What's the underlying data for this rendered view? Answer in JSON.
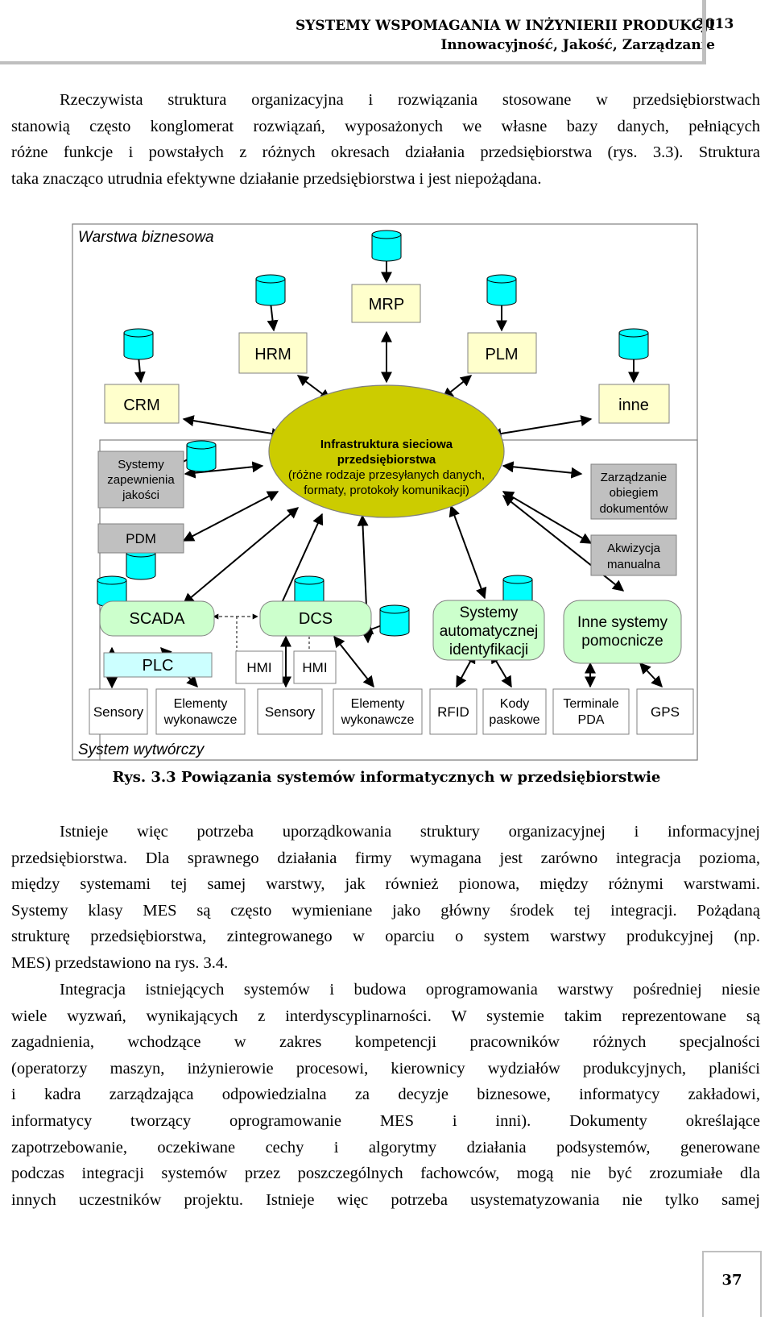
{
  "header": {
    "title": "SYSTEMY WSPOMAGANIA W INŻYNIERII PRODUKCJI",
    "subtitle": "Innowacyjność, Jakość, Zarządzanie",
    "year": "2013"
  },
  "paragraph1": [
    "Rzeczywista struktura organizacyjna i rozwiązania stosowane w przedsiębiorstwach",
    "stanowią często konglomerat rozwiązań, wyposażonych we własne bazy danych, pełniących",
    "różne funkcje i powstałych z różnych okresach działania przedsiębiorstwa (rys. 3.3). Struktura",
    "taka znacząco utrudnia efektywne działanie przedsiębiorstwa i jest niepożądana."
  ],
  "diagram": {
    "business_layer": "Warstwa biznesowa",
    "production_system": "System wytwórczy",
    "mrp": "MRP",
    "hrm": "HRM",
    "plm": "PLM",
    "crm": "CRM",
    "inne": "inne",
    "center": [
      "Infrastruktura sieciowa",
      "przedsiębiorstwa",
      "(różne rodzaje przesyłanych danych,",
      "formaty, protokoły komunikacji)"
    ],
    "quality": [
      "Systemy",
      "zapewnienia",
      "jakości"
    ],
    "pdm": "PDM",
    "documents": [
      "Zarządzanie",
      "obiegiem",
      "dokumentów"
    ],
    "manual": [
      "Akwizycja",
      "manualna"
    ],
    "scada": "SCADA",
    "plc": "PLC",
    "dcs": "DCS",
    "hmi1": "HMI",
    "hmi2": "HMI",
    "autoid": [
      "Systemy",
      "automatycznej",
      "identyfikacji"
    ],
    "aux": [
      "Inne systemy",
      "pomocnicze"
    ],
    "sensors1": "Sensory",
    "actuators1": [
      "Elementy",
      "wykonawcze"
    ],
    "sensors2": "Sensory",
    "actuators2": [
      "Elementy",
      "wykonawcze"
    ],
    "rfid": "RFID",
    "barcodes": [
      "Kody",
      "paskowe"
    ],
    "pda": [
      "Terminale",
      "PDA"
    ],
    "gps": "GPS",
    "colors": {
      "yellow_fill": "#ffffcc",
      "ellipse_fill": "#cccc00",
      "db_fill": "#00ffff",
      "green_fill": "#ccffcc",
      "gray_fill": "#c0c0c0",
      "blue_fill": "#ccffff"
    }
  },
  "caption": "Rys. 3.3 Powiązania systemów informatycznych w przedsiębiorstwie",
  "paragraph2": [
    "Istnieje więc potrzeba uporządkowania struktury organizacyjnej i informacyjnej",
    "przedsiębiorstwa. Dla sprawnego działania firmy wymagana jest zarówno integracja pozioma,",
    "między systemami tej samej warstwy, jak również pionowa, między różnymi warstwami.",
    "Systemy klasy MES są często wymieniane jako główny środek tej integracji. Pożądaną",
    "strukturę przedsiębiorstwa, zintegrowanego w oparciu o system warstwy produkcyjnej (np.",
    "MES) przedstawiono na rys. 3.4."
  ],
  "paragraph3": [
    "Integracja istniejących systemów i budowa oprogramowania warstwy pośredniej niesie",
    "wiele wyzwań, wynikających z interdyscyplinarności. W systemie takim reprezentowane są",
    "zagadnienia, wchodzące w zakres kompetencji pracowników różnych specjalności",
    "(operatorzy maszyn, inżynierowie procesowi, kierownicy wydziałów produkcyjnych, planiści",
    "i kadra zarządzająca odpowiedzialna za decyzje biznesowe, informatycy zakładowi,",
    "informatycy tworzący oprogramowanie MES i inni). Dokumenty określające",
    "zapotrzebowanie, oczekiwane cechy i algorytmy działania podsystemów, generowane",
    "podczas integracji systemów przez poszczególnych fachowców, mogą nie być zrozumiałe dla",
    "innych uczestników projektu. Istnieje więc potrzeba usystematyzowania nie tylko samej"
  ],
  "page_number": "37"
}
